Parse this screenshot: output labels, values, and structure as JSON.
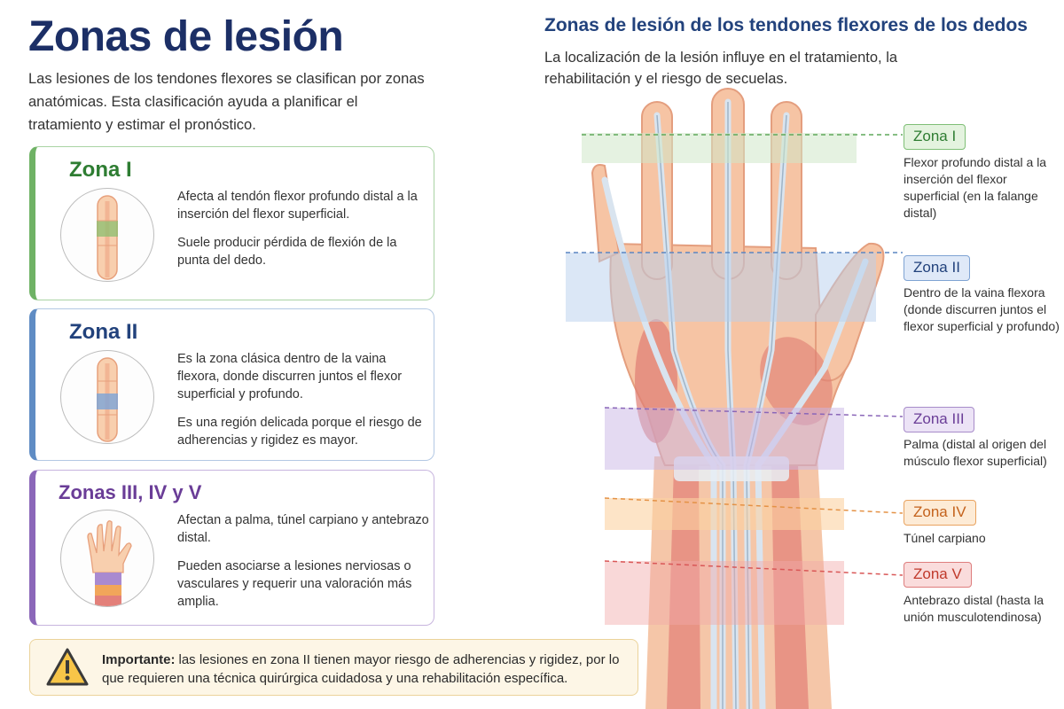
{
  "left": {
    "title": "Zonas de lesión",
    "intro": "Las lesiones de los tendones flexores se clasifican por zonas anatómicas. Esta clasificación ayuda a planificar el tratamiento y estimar el pronóstico.",
    "cards": [
      {
        "title": "Zona I",
        "text1": "Afecta al tendón flexor profundo distal a la inserción del flexor superficial.",
        "text2": "Suele producir pérdida de flexión de la punta del dedo."
      },
      {
        "title": "Zona II",
        "text1": "Es la zona clásica dentro de la vaina flexora, donde discurren juntos el flexor superficial y profundo.",
        "text2": "Es una región delicada porque el riesgo de adherencias y rigidez es mayor."
      },
      {
        "title": "Zonas III, IV y V",
        "text1": "Afectan a palma, túnel carpiano y antebrazo distal.",
        "text2": "Pueden asociarse a lesiones nerviosas o vasculares y requerir una valoración más amplia."
      }
    ],
    "important": {
      "label": "Importante:",
      "text": "las lesiones en zona II tienen mayor riesgo de adherencias y rigidez, por lo que requieren una técnica quirúrgica cuidadosa y una rehabilitación específica."
    }
  },
  "right": {
    "title": "Zonas de lesión de los tendones flexores de los dedos",
    "subtitle": "La localización de la lesión influye en el tratamiento, la rehabilitación y el riesgo de secuelas.",
    "zones": [
      {
        "label": "Zona I",
        "desc": "Flexor profundo distal a la inserción del flexor superficial (en la falange distal)"
      },
      {
        "label": "Zona II",
        "desc": "Dentro de la vaina flexora (donde discurren juntos el flexor superficial y profundo)"
      },
      {
        "label": "Zona III",
        "desc": "Palma (distal al origen del músculo flexor superficial)"
      },
      {
        "label": "Zona IV",
        "desc": "Túnel carpiano"
      },
      {
        "label": "Zona V",
        "desc": "Antebrazo distal (hasta la unión musculotendinosa)"
      }
    ]
  },
  "colors": {
    "zone1": "#6fb265",
    "zone2": "#5f8cc4",
    "zone3": "#8b67b9",
    "zone4": "#e9a35f",
    "zone5": "#de7d7d",
    "title": "#1c2f66"
  },
  "icons": [
    "warning-icon",
    "finger-illustration",
    "hand-illustration"
  ]
}
